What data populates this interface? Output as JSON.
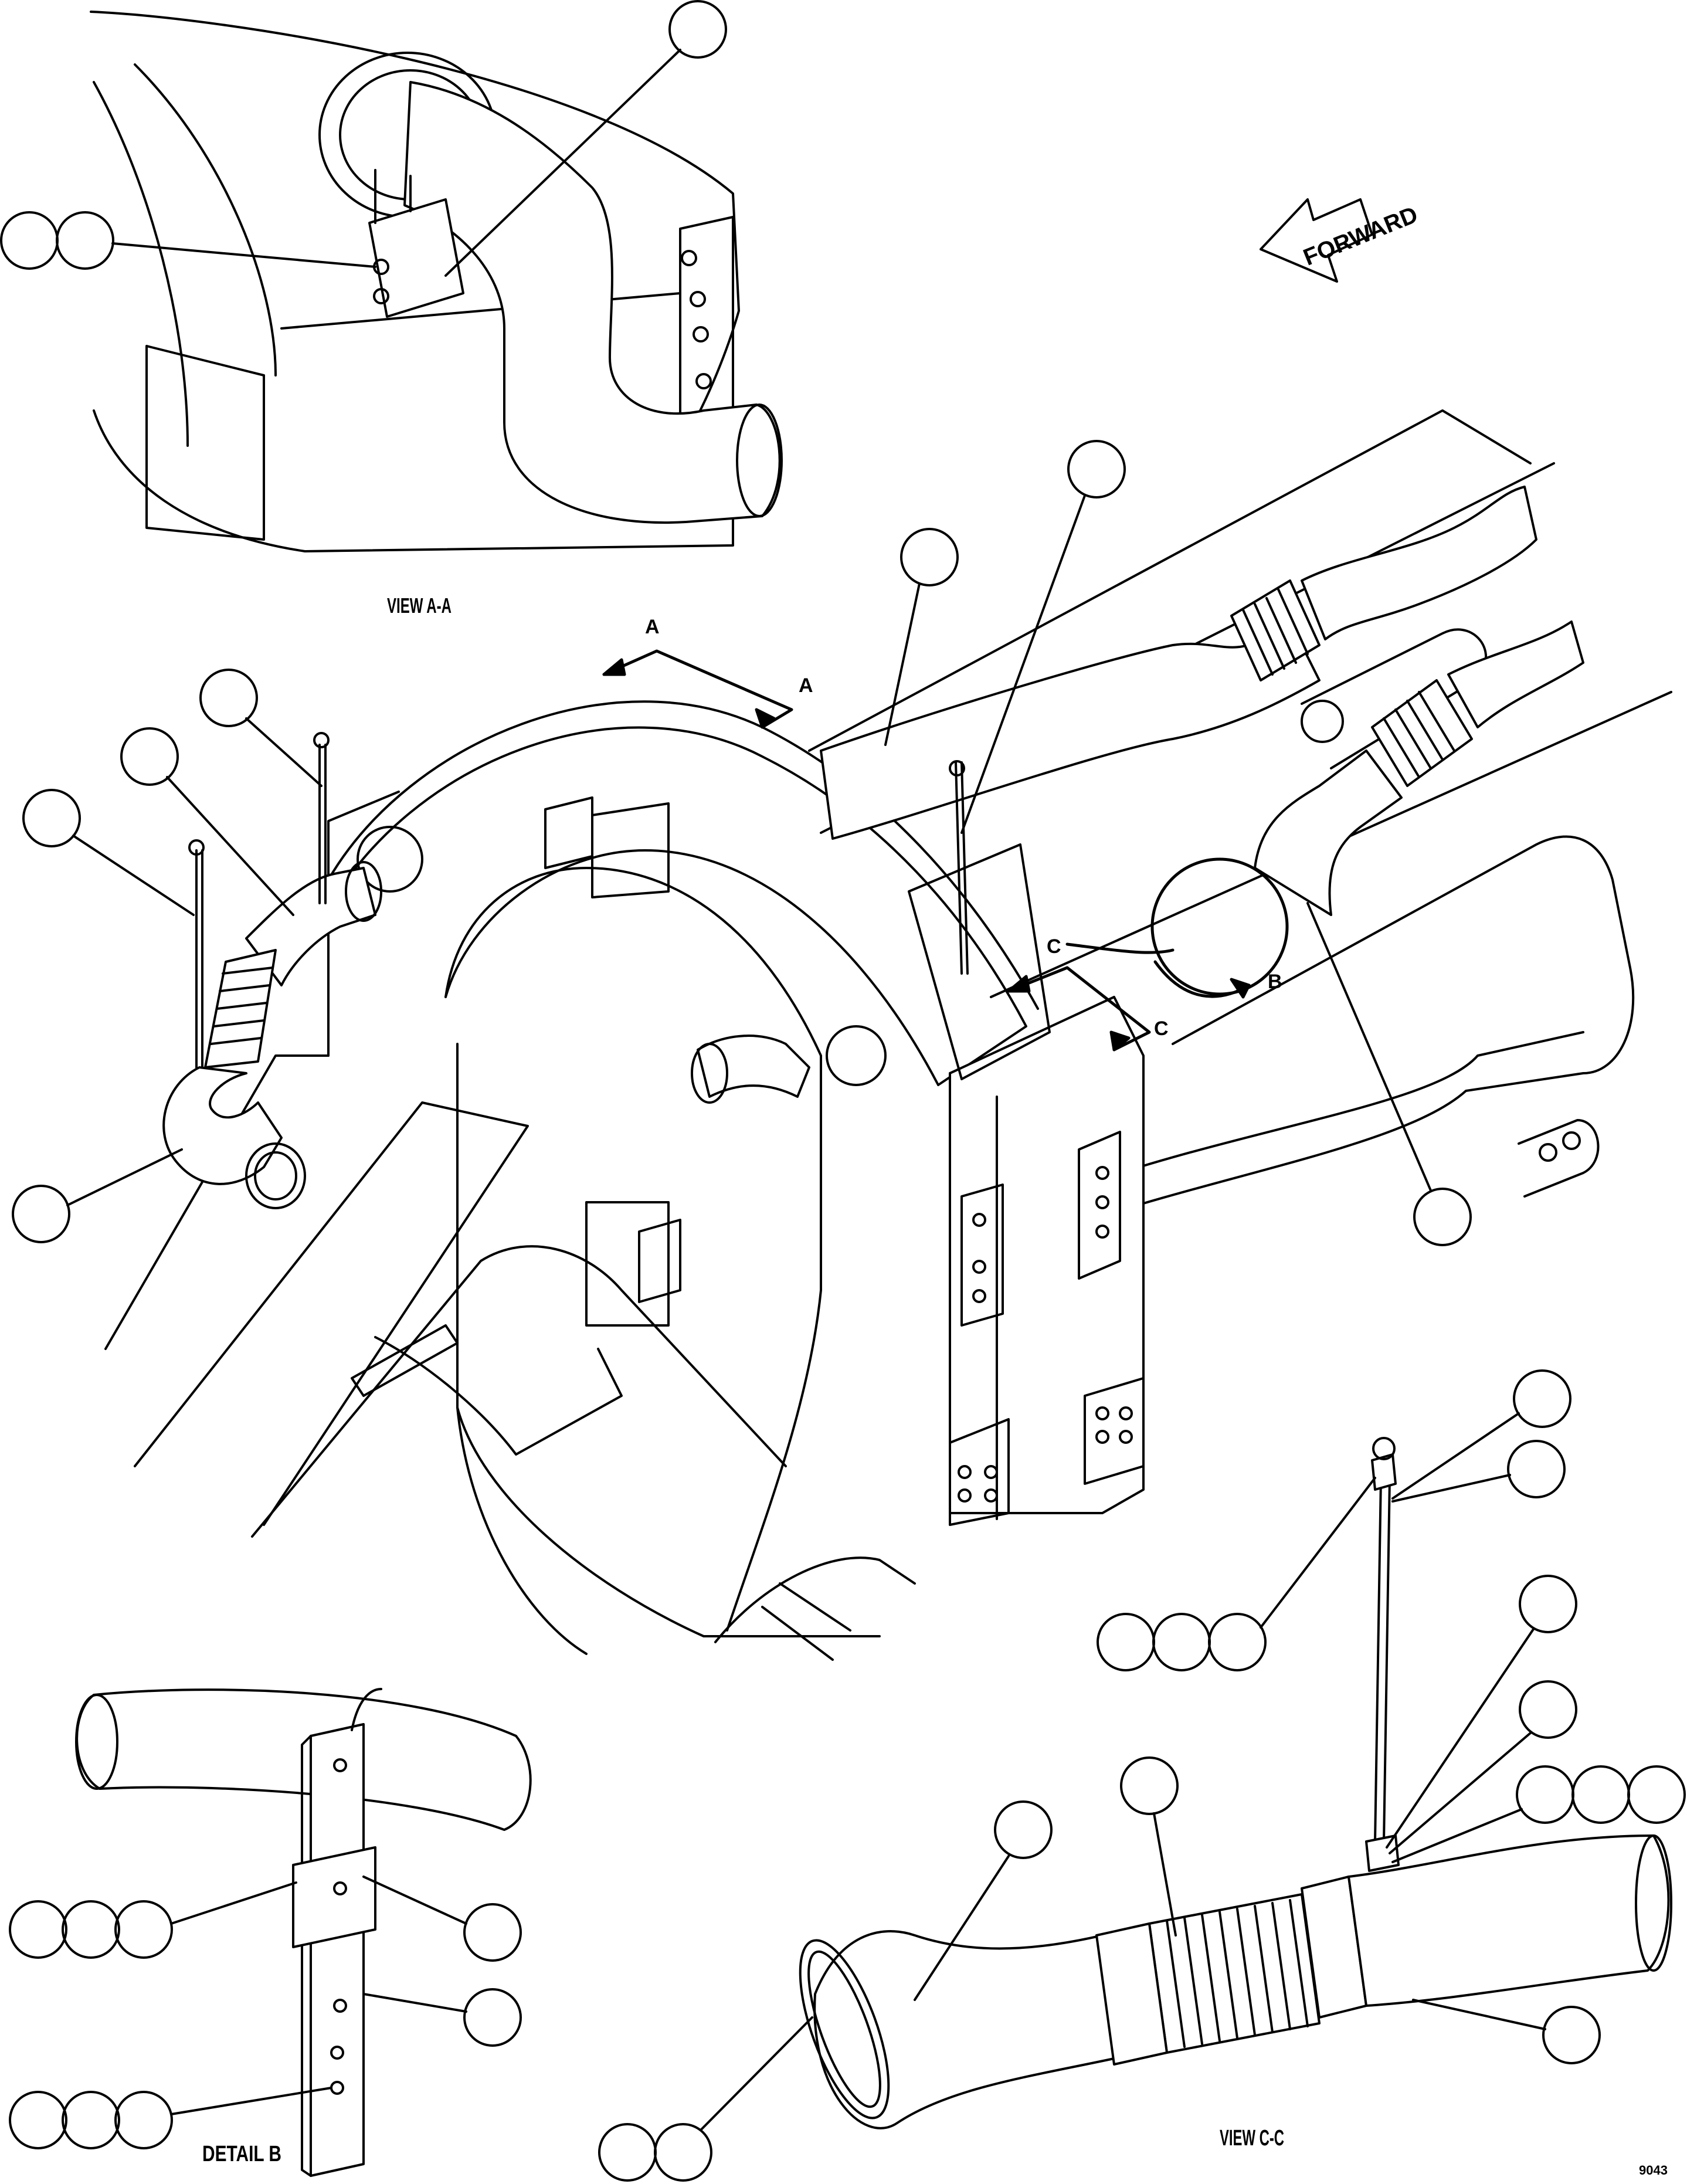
{
  "labels": {
    "view_a": "VIEW A-A",
    "section_a1": "A",
    "section_a2": "A",
    "section_c1": "C",
    "section_c2": "C",
    "section_c_arrow": "C",
    "detail_b_marker": "B",
    "detail_b": "DETAIL B",
    "view_c": "VIEW C-C",
    "forward": "FORWARD",
    "drawing_number": "9043"
  },
  "colors": {
    "ink": "#000000",
    "paper": "#ffffff"
  }
}
